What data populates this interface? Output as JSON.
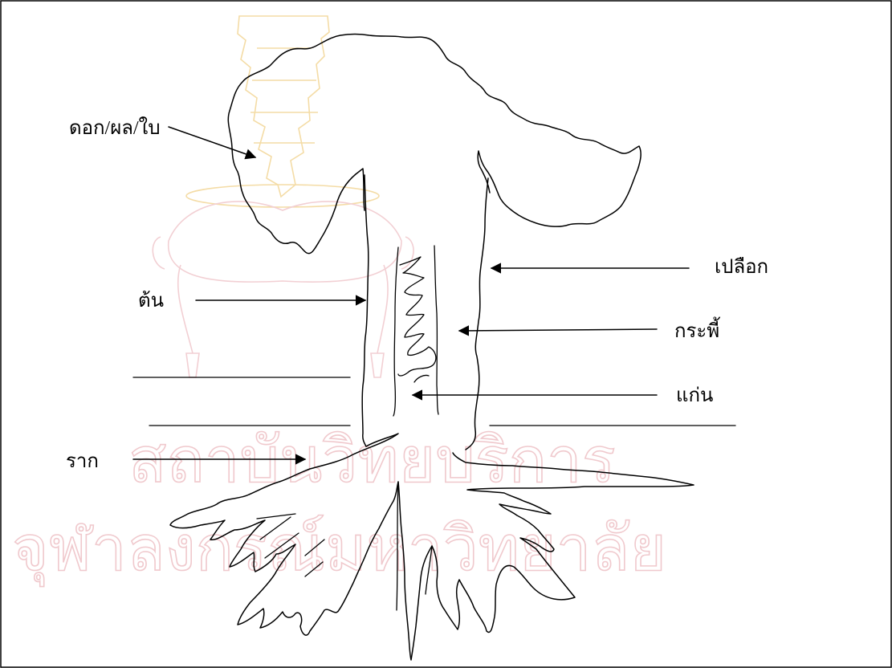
{
  "watermark": {
    "line1": "สถาบันวิทยบริการ",
    "line2": "จุฬาลงกรณ์มหาวิทยาลัย",
    "emblem_icon": "university-crest-watermark"
  },
  "labels": {
    "flower_fruit_leaf": "ดอก/ผล/ใบ",
    "bark": "เปลือก",
    "stem": "ต้น",
    "pith_tissue": "กระพี้",
    "core": "แก่น",
    "root": "ราก"
  }
}
